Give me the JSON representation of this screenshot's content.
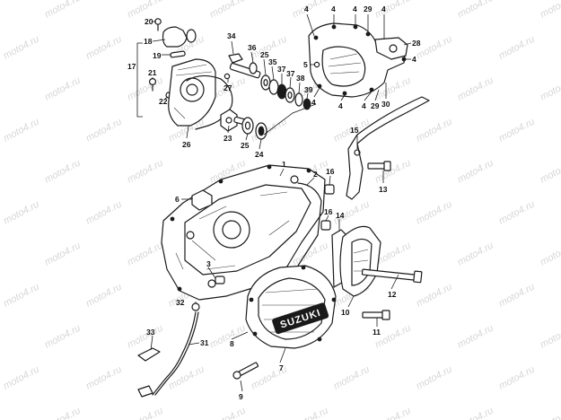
{
  "watermark": {
    "text": "moto4.ru",
    "color": "#d7d7d7"
  },
  "badge_text": "SUZUKI",
  "callouts": [
    {
      "id": "c20",
      "text": "20"
    },
    {
      "id": "c18",
      "text": "18"
    },
    {
      "id": "c17",
      "text": "17"
    },
    {
      "id": "c19",
      "text": "19"
    },
    {
      "id": "c21",
      "text": "21"
    },
    {
      "id": "c22",
      "text": "22"
    },
    {
      "id": "c26",
      "text": "26"
    },
    {
      "id": "c34",
      "text": "34"
    },
    {
      "id": "c36",
      "text": "36"
    },
    {
      "id": "c27",
      "text": "27"
    },
    {
      "id": "c25a",
      "text": "25"
    },
    {
      "id": "c35",
      "text": "35"
    },
    {
      "id": "c37a",
      "text": "37"
    },
    {
      "id": "c37b",
      "text": "37"
    },
    {
      "id": "c38",
      "text": "38"
    },
    {
      "id": "c39",
      "text": "39"
    },
    {
      "id": "c23",
      "text": "23"
    },
    {
      "id": "c25b",
      "text": "25"
    },
    {
      "id": "c24",
      "text": "24"
    },
    {
      "id": "c4a",
      "text": "4"
    },
    {
      "id": "c4b",
      "text": "4"
    },
    {
      "id": "c4c",
      "text": "4"
    },
    {
      "id": "c4d",
      "text": "4"
    },
    {
      "id": "c4e",
      "text": "4"
    },
    {
      "id": "c4f",
      "text": "4"
    },
    {
      "id": "c4g",
      "text": "4"
    },
    {
      "id": "c4h",
      "text": "4"
    },
    {
      "id": "c29a",
      "text": "29"
    },
    {
      "id": "c29b",
      "text": "29"
    },
    {
      "id": "c28",
      "text": "28"
    },
    {
      "id": "c30",
      "text": "30"
    },
    {
      "id": "c5",
      "text": "5"
    },
    {
      "id": "c15",
      "text": "15"
    },
    {
      "id": "c13",
      "text": "13"
    },
    {
      "id": "c1",
      "text": "1"
    },
    {
      "id": "c2",
      "text": "2"
    },
    {
      "id": "c16a",
      "text": "16"
    },
    {
      "id": "c16b",
      "text": "16"
    },
    {
      "id": "c14",
      "text": "14"
    },
    {
      "id": "c6",
      "text": "6"
    },
    {
      "id": "c3",
      "text": "3"
    },
    {
      "id": "c12",
      "text": "12"
    },
    {
      "id": "c32",
      "text": "32"
    },
    {
      "id": "c10",
      "text": "10"
    },
    {
      "id": "c11",
      "text": "11"
    },
    {
      "id": "c33",
      "text": "33"
    },
    {
      "id": "c31",
      "text": "31"
    },
    {
      "id": "c8",
      "text": "8"
    },
    {
      "id": "c7",
      "text": "7"
    },
    {
      "id": "c9",
      "text": "9"
    }
  ]
}
